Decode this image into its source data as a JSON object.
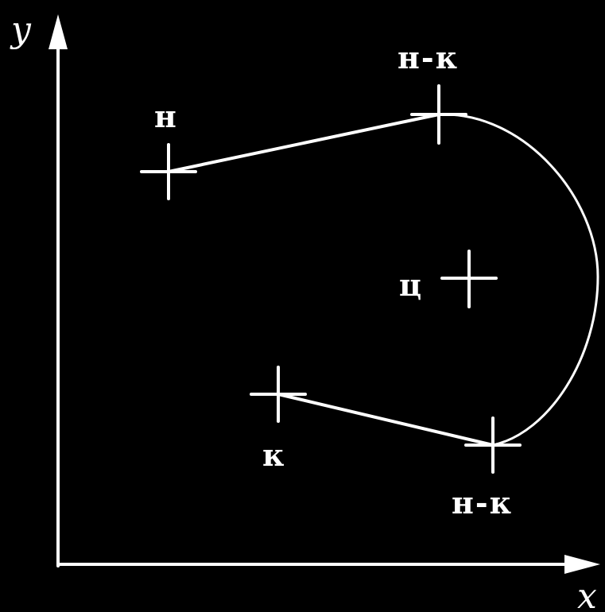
{
  "axes": {
    "x_label": "x",
    "y_label": "y"
  },
  "points": {
    "start_label": "н",
    "start_end_top_label": "н-к",
    "center_label": "ц",
    "end_label": "к",
    "start_end_bottom_label": "н-к"
  },
  "colors": {
    "background": "#000000",
    "foreground": "#ffffff"
  }
}
